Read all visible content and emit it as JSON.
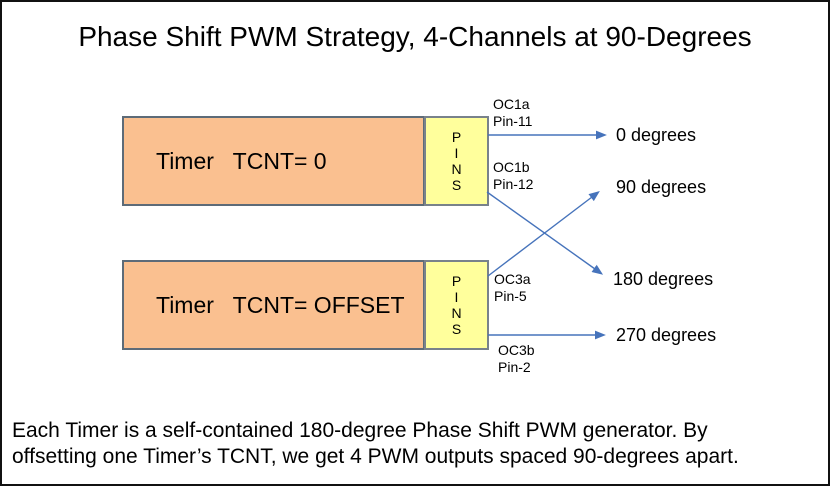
{
  "title": "Phase Shift PWM Strategy, 4-Channels at 90-Degrees",
  "timers": [
    {
      "label": "Timer   TCNT= 0",
      "pins": "P\nI\nN\nS"
    },
    {
      "label": "Timer   TCNT= OFFSET",
      "pins": "P\nI\nN\nS"
    }
  ],
  "pin_labels": [
    {
      "text": "OC1a\nPin-11"
    },
    {
      "text": "OC1b\nPin-12"
    },
    {
      "text": "OC3a\nPin-5"
    },
    {
      "text": "OC3b\nPin-2"
    }
  ],
  "outputs": [
    {
      "text": "0 degrees"
    },
    {
      "text": "90 degrees"
    },
    {
      "text": "180 degrees"
    },
    {
      "text": "270 degrees"
    }
  ],
  "connections": [
    {
      "from": "OC1a Pin-11",
      "to": "0 degrees"
    },
    {
      "from": "OC1b Pin-12",
      "to": "180 degrees"
    },
    {
      "from": "OC3a Pin-5",
      "to": "90 degrees"
    },
    {
      "from": "OC3b Pin-2",
      "to": "270 degrees"
    }
  ],
  "caption": "Each Timer is a self-contained 180-degree Phase Shift PWM generator. By\noffsetting one Timer’s TCNT, we get 4 PWM outputs spaced 90-degrees apart.",
  "colors": {
    "timer_fill": "#FAC090",
    "pins_fill": "#FFFF9C",
    "arrow": "#4673BB",
    "box_border": "#5D6B78"
  }
}
